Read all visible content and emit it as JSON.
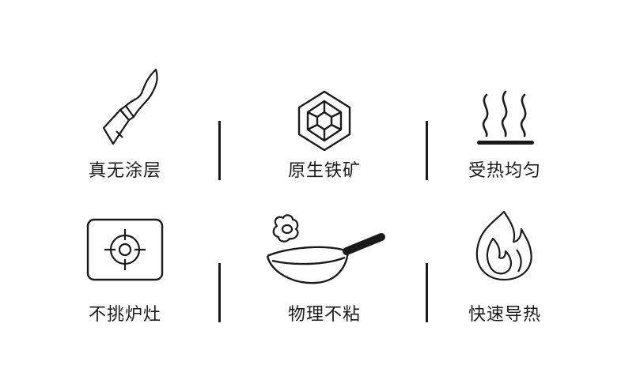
{
  "features": {
    "row1": [
      {
        "label": "真无涂层",
        "icon": "brush-icon"
      },
      {
        "label": "原生铁矿",
        "icon": "ore-crystal-icon"
      },
      {
        "label": "受热均匀",
        "icon": "heat-waves-icon"
      }
    ],
    "row2": [
      {
        "label": "不挑炉灶",
        "icon": "stove-burner-icon"
      },
      {
        "label": "物理不粘",
        "icon": "wok-egg-icon"
      },
      {
        "label": "快速导热",
        "icon": "flame-icon"
      }
    ]
  },
  "colors": {
    "stroke": "#1a1a1a",
    "background": "#ffffff"
  }
}
